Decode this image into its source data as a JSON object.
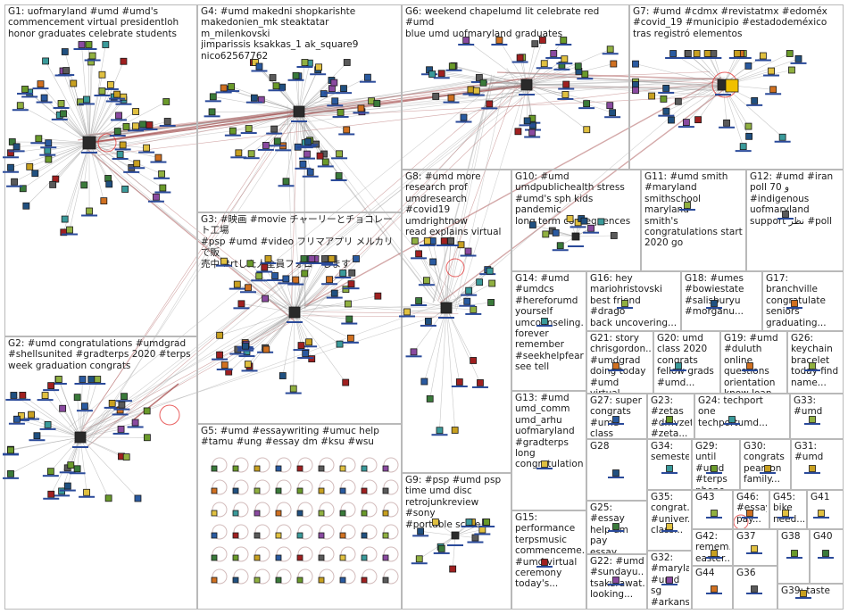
{
  "graph": {
    "type": "network-cluster-graph",
    "colors": {
      "edge": "#9a9a9a",
      "edge_highlight": "#a04040",
      "node_border": "#1a1a1a",
      "node_label": "#2a4a9a",
      "box_border": "#b9b9b9",
      "background": "#ffffff",
      "accent_red": "#e02020",
      "accent_yellow": "#f0c000"
    },
    "groups": [
      {
        "id": "G1",
        "label": "G1: uofmaryland #umd #umd's\ncommencement virtual presidentloh\nhonor graduates celebrate students"
      },
      {
        "id": "G2",
        "label": "G2: #umd congratulations #umdgrad\n#shellsunited #gradterps 2020 #terps\nweek graduation congrats"
      },
      {
        "id": "G3",
        "label": "G3: #映画 #movie チャーリーとチョコレート工場\n#psp #umd #video フリマアプリ メルカリ で販\n売中 #rtした人全員フォローします"
      },
      {
        "id": "G4",
        "label": "G4: #umd makedni shopkarishte\nmakedonien_mk steaktatar m_milenkovski\njimparissis ksakkas_1 ak_square9\nnico62567762"
      },
      {
        "id": "G5",
        "label": "G5: #umd #essaywriting #umuc help\n#tamu #ung #essay dm #ksu #wsu"
      },
      {
        "id": "G6",
        "label": "G6: weekend chapelumd lit celebrate red #umd\nblue umd uofmaryland graduates"
      },
      {
        "id": "G7",
        "label": "G7: #umd #cdmx #revistatmx #edoméx\n#covid_19 #municipio #estadodeméxico\ntras registró elementos"
      },
      {
        "id": "G8",
        "label": "G8: #umd more\nresearch prof\numdresearch\n#covid19 umdrightnow\nread explains virtual"
      },
      {
        "id": "G9",
        "label": "G9: #psp #umd psp\ntime umd disc\nretrojunkreview #sony\n#portable scare"
      },
      {
        "id": "G10",
        "label": "G10: #umd\numdpublichealth stress\n#umd's sph kids pandemic\nlong term consequences"
      },
      {
        "id": "G11",
        "label": "G11: #umd smith\n#maryland\nsmithschool maryland\nsmith's\ncongratulations start\n2020 go"
      },
      {
        "id": "G12",
        "label": "G12: #umd #iran\npoll 70 و\n#indigenous\nuofmaryland\nsupport نظر #poll"
      },
      {
        "id": "G13",
        "label": "G13: #umd\numd_comm\numd_arhu\nuofmaryland\n#gradterps long\ncongratulations"
      },
      {
        "id": "G14",
        "label": "G14: #umd\n#umdcs\n#hereforumd\nyourself\numcounseling...\nforever\nremember\n#seekhelpfear...\nsee tell"
      },
      {
        "id": "G15",
        "label": "G15:\nperformance\nterpsmusic\ncommenceme...\n#umd virtual\nceremony\ntoday's..."
      },
      {
        "id": "G16",
        "label": "G16: hey\nmariohristovski\nbest friend #drago\nback uncovering..."
      },
      {
        "id": "G17",
        "label": "G17: branchville\ncongratulate\nseniors\ngraduating..."
      },
      {
        "id": "G18",
        "label": "G18: #umes\n#bowiestate\n#salisburyu\n#morganu..."
      },
      {
        "id": "G19",
        "label": "G19: #umd\n#duluth online\nquestions\norientation\nknow loan..."
      },
      {
        "id": "G20",
        "label": "G20: umd\nclass 2020\ncongrats\nfellow grads\n#umd..."
      },
      {
        "id": "G21",
        "label": "G21: story\nchrisgordon...\n#umdgrad\ndoing today\n#umd virtual..."
      },
      {
        "id": "G22",
        "label": "G22: #umd\n#sundayu...\ntsakurawat...\nlooking..."
      },
      {
        "id": "G23",
        "label": "G23: #zetas\n#dmvzetas\n#zeta..."
      },
      {
        "id": "G24",
        "label": "G24: techport\none\ntechportumd..."
      },
      {
        "id": "G25",
        "label": "G25: #essay\nhelp dm pay\nessay paper\n#write..."
      },
      {
        "id": "G26",
        "label": "G26:\nkeychain\nbracelet\ntoday find\nname..."
      },
      {
        "id": "G27",
        "label": "G27: super\ncongrats\n#umd class\n2020..."
      },
      {
        "id": "G28",
        "label": "G28"
      },
      {
        "id": "G29",
        "label": "G29: until\n#umd\n#terps\nphone..."
      },
      {
        "id": "G30",
        "label": "G30:\ncongrats\npearson\nfamily..."
      },
      {
        "id": "G31",
        "label": "G31:\n#umd"
      },
      {
        "id": "G32",
        "label": "G32:\n#maryla...\n#umd sg\n#arkans..."
      },
      {
        "id": "G33",
        "label": "G33:\n#umd"
      },
      {
        "id": "G34",
        "label": "G34:\nsemester"
      },
      {
        "id": "G35",
        "label": "G35:\ncongrat...\n#univer...\nclass..."
      },
      {
        "id": "G36",
        "label": "G36"
      },
      {
        "id": "G37",
        "label": "G37"
      },
      {
        "id": "G38",
        "label": "G38"
      },
      {
        "id": "G39",
        "label": "G39: taste"
      },
      {
        "id": "G40",
        "label": "G40"
      },
      {
        "id": "G41",
        "label": "G41"
      },
      {
        "id": "G42",
        "label": "G42:\nremem...\neaster..."
      },
      {
        "id": "G43",
        "label": "G43"
      },
      {
        "id": "G44",
        "label": "G44"
      },
      {
        "id": "G45",
        "label": "G45:\nbike\nneed..."
      },
      {
        "id": "G46",
        "label": "G46:\n#essay\npay..."
      }
    ]
  }
}
